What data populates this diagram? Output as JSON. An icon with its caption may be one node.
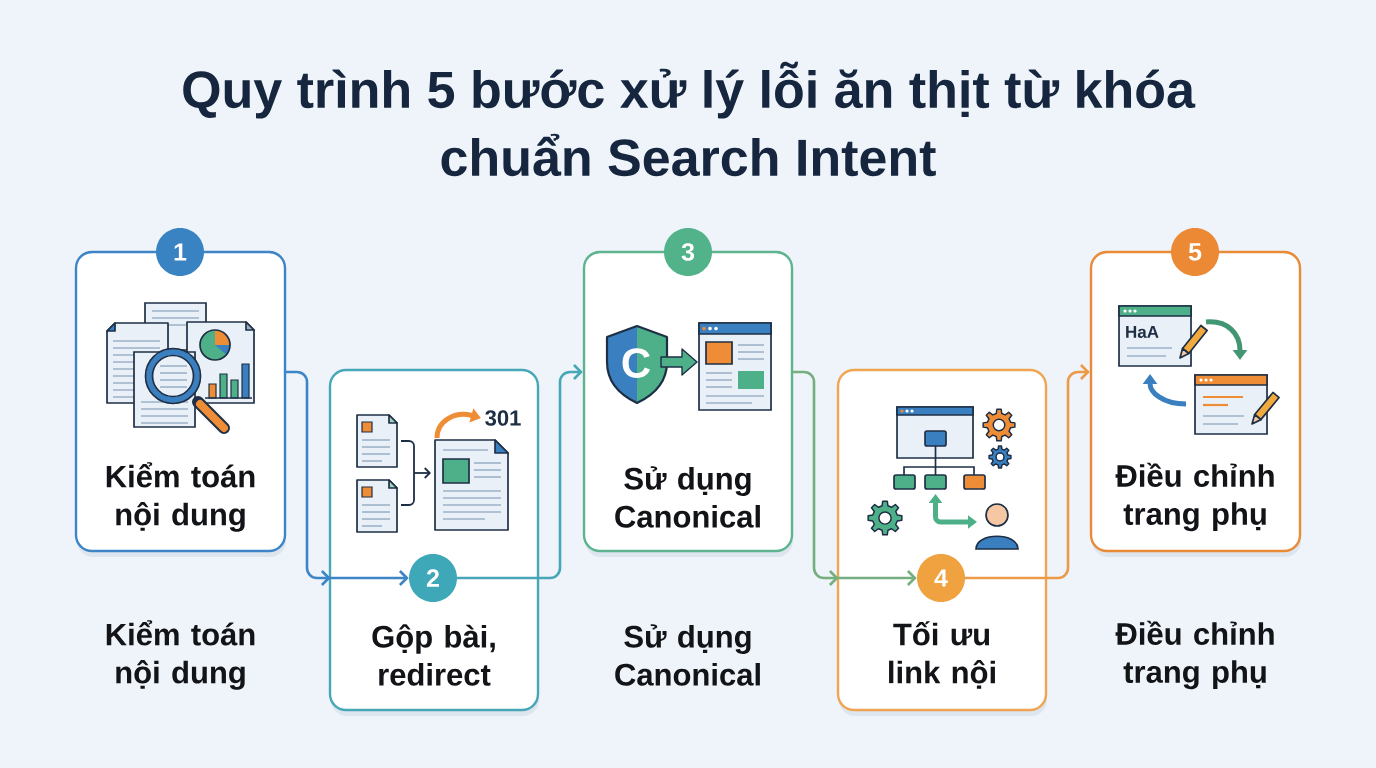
{
  "diagram": {
    "title": "Quy trình 5 bước xử lý lỗi ăn thịt từ khóa chuẩn Search Intent",
    "nodes": [
      {
        "text": [
          "1"
        ]
      },
      {
        "text": [
          "Kiểm toán nội dung"
        ],
        "beside": [
          "Kiểm toán nội dung"
        ]
      },
      {
        "text": [
          "Gộp bài, redirect"
        ]
      },
      {
        "text": [
          "2"
        ],
        "in": 2
      },
      {
        "text": [
          "3"
        ]
      },
      {
        "text": [
          "Sử dụng Canonical"
        ],
        "beside": [
          "Sử dụng Canonical"
        ]
      },
      {
        "text": [
          "Tối ưu link nội"
        ]
      },
      {
        "text": [
          "4"
        ],
        "in": 6
      },
      {
        "text": [
          "5"
        ]
      },
      {
        "text": [
          "Điều chỉnh trang phụ"
        ],
        "beside": [
          "Điều chỉnh trang phụ"
        ]
      }
    ],
    "edges": [
      {
        "from": 1,
        "to": 3,
        "arrow": "to",
        "color": "#3d85c6"
      },
      {
        "from": 3,
        "to": 5,
        "arrow": "to",
        "color": "#48a7b7"
      },
      {
        "from": 5,
        "to": 7,
        "arrow": "to",
        "color": "#76ae80"
      },
      {
        "from": 7,
        "to": 9,
        "arrow": "to",
        "color": "#ec9a48"
      }
    ],
    "labels": [
      "301",
      "C",
      "HaA"
    ]
  }
}
